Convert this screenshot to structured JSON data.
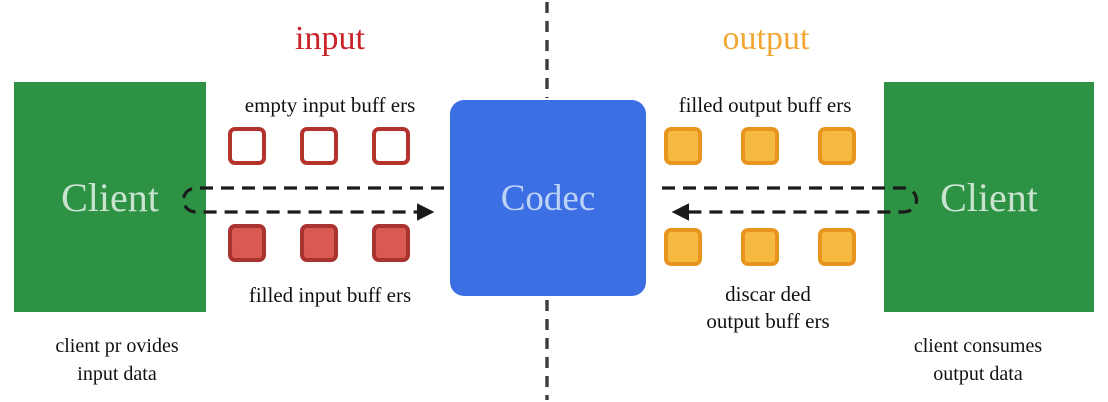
{
  "labels": {
    "input": "input",
    "output": "output",
    "empty_input_buffers": "empty input buff ers",
    "filled_input_buffers": "filled input buff ers",
    "filled_output_buffers": "filled output buff ers",
    "discarded_line1": "discar ded",
    "discarded_line2": "output buff ers"
  },
  "client_left": {
    "title": "Client",
    "caption_line1": "client pr ovides",
    "caption_line2": "input data"
  },
  "client_right": {
    "title": "Client",
    "caption_line1": "client consumes",
    "caption_line2": "output data"
  },
  "codec": {
    "title": "Codec"
  },
  "colors": {
    "client_green": "#2E9245",
    "client_text": "#C9E3D0",
    "codec_blue": "#3D6FE4",
    "codec_text": "#BDD3F7",
    "input_heading_red": "#C82128",
    "output_heading_orange": "#F2A634",
    "empty_buffer_border": "#B5332D",
    "filled_buffer_fill": "#D95A53",
    "filled_buffer_border": "#A93430",
    "output_buffer_fill": "#F5B840",
    "output_buffer_border": "#E8951F",
    "arrow_black": "#1B1B1B",
    "divider_gray": "#3C3C3C"
  }
}
